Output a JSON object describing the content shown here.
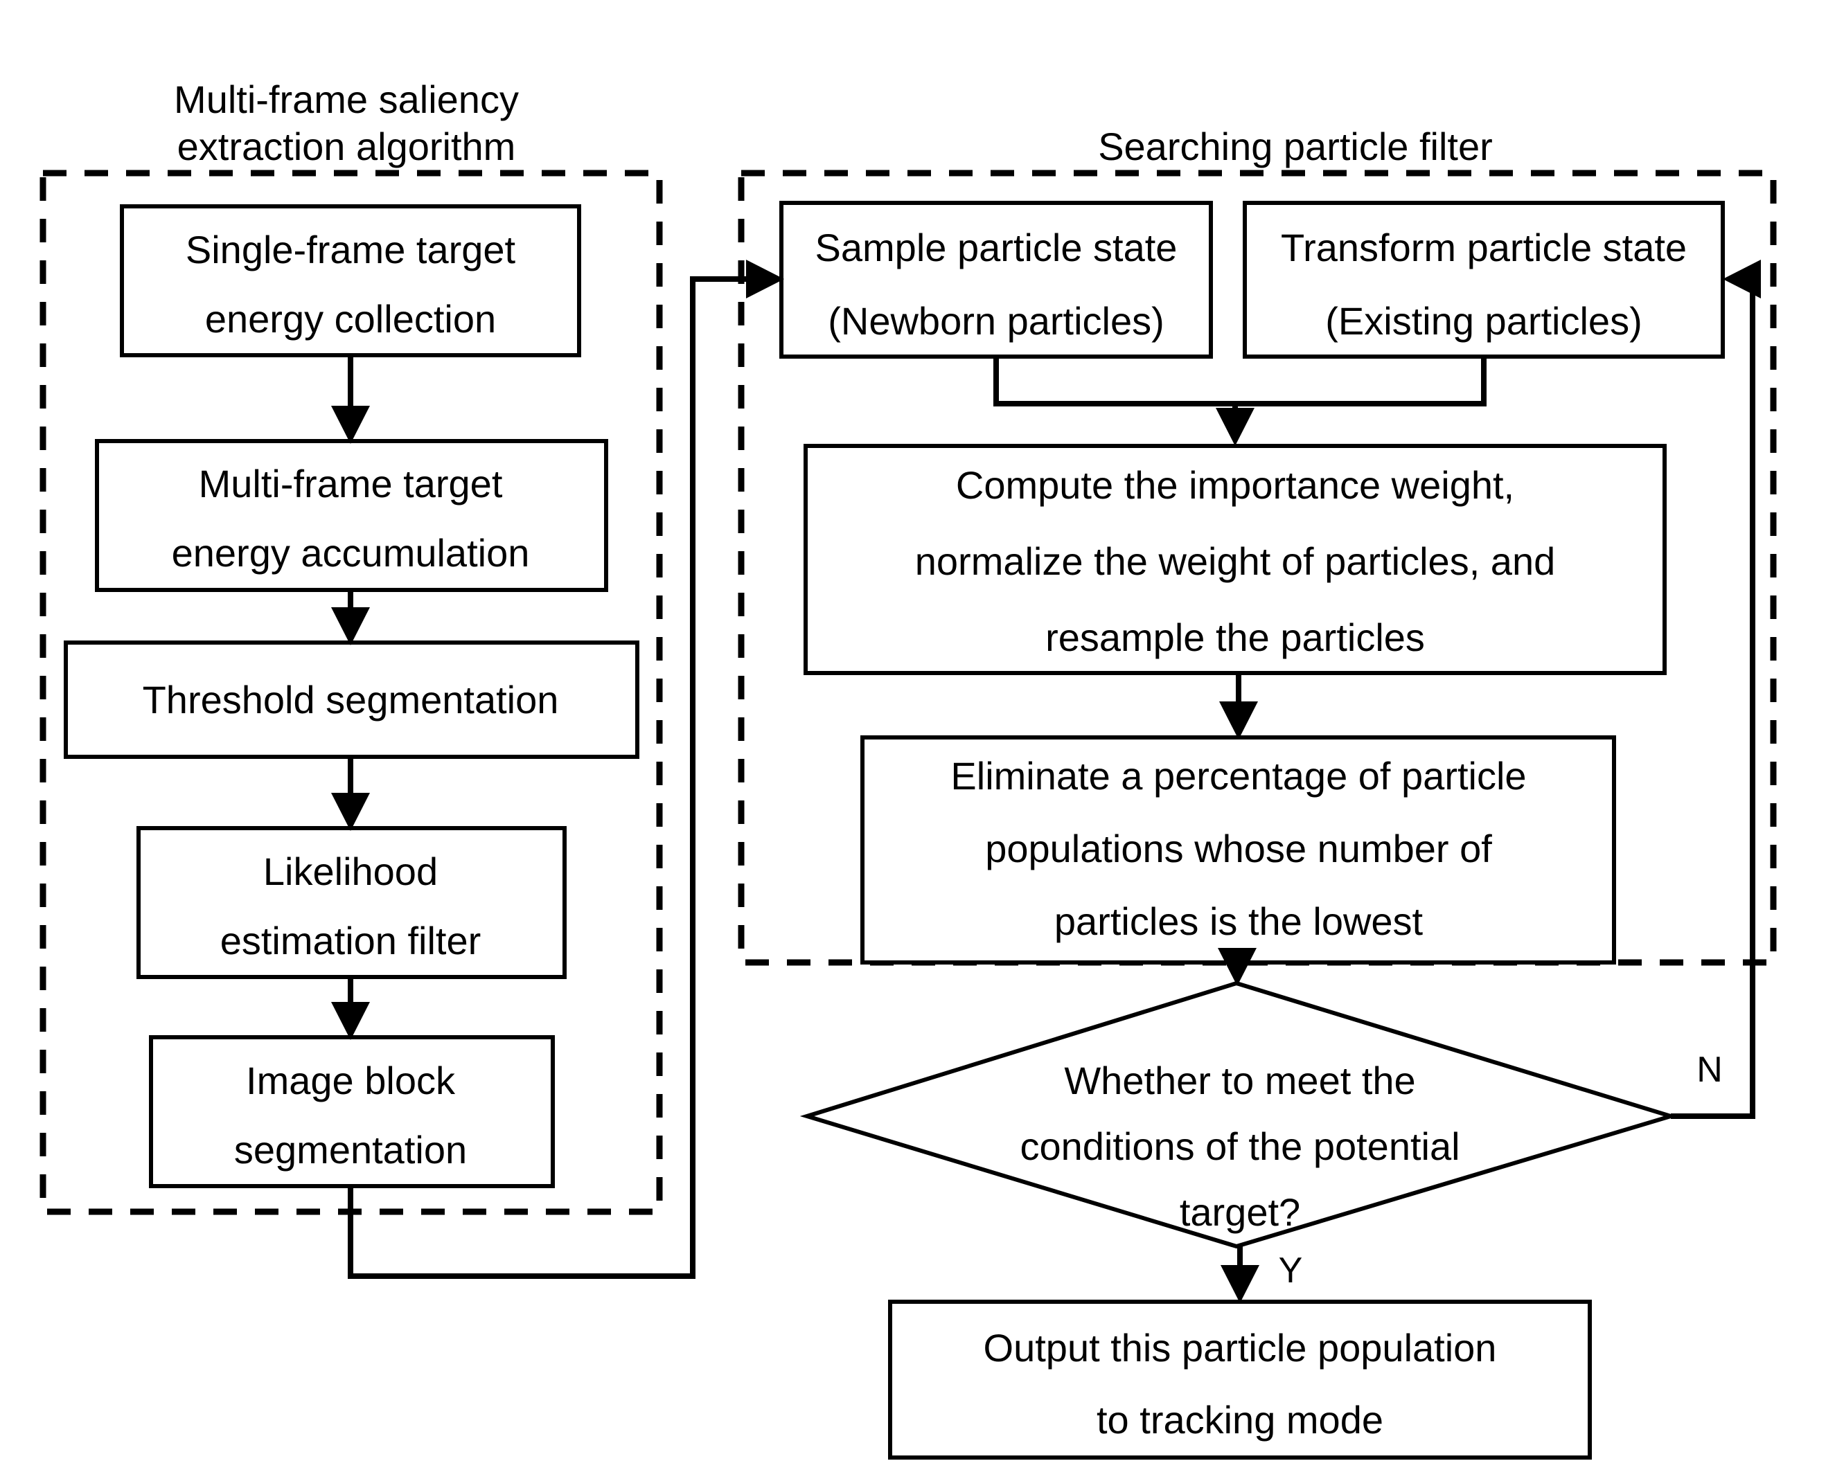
{
  "diagram": {
    "title_left": "Multi-frame saliency\nextraction algorithm",
    "title_right": "Searching particle filter",
    "groups": [
      {
        "id": "group-left",
        "label_line1": "Multi-frame saliency",
        "label_line2": "extraction algorithm"
      },
      {
        "id": "group-right",
        "label_line1": "Searching particle filter",
        "label_line2": ""
      }
    ],
    "nodes": {
      "single_frame": {
        "line1": "Single-frame target",
        "line2": "energy collection"
      },
      "multi_frame": {
        "line1": "Multi-frame target",
        "line2": "energy accumulation"
      },
      "threshold": {
        "line1": "Threshold segmentation",
        "line2": ""
      },
      "likelihood": {
        "line1": "Likelihood",
        "line2": "estimation filter"
      },
      "image_block": {
        "line1": "Image block",
        "line2": "segmentation"
      },
      "sample_particle": {
        "line1": "Sample particle state",
        "line2": "(Newborn particles)"
      },
      "transform_particle": {
        "line1": "Transform particle state",
        "line2": "(Existing particles)"
      },
      "compute_weight": {
        "line1": "Compute the importance weight,",
        "line2": "normalize the weight of particles, and",
        "line3": "resample the particles"
      },
      "eliminate": {
        "line1": "Eliminate a percentage of particle",
        "line2": "populations whose number of",
        "line3": "particles is the lowest"
      },
      "decision": {
        "line1": "Whether to meet the",
        "line2": "conditions of the potential",
        "line3": "target?"
      },
      "output": {
        "line1": "Output this particle population",
        "line2": "to tracking mode"
      }
    },
    "edge_labels": {
      "yes": "Y",
      "no": "N"
    },
    "colors": {
      "stroke": "#000000",
      "fill": "#ffffff",
      "background": "#ffffff"
    }
  }
}
